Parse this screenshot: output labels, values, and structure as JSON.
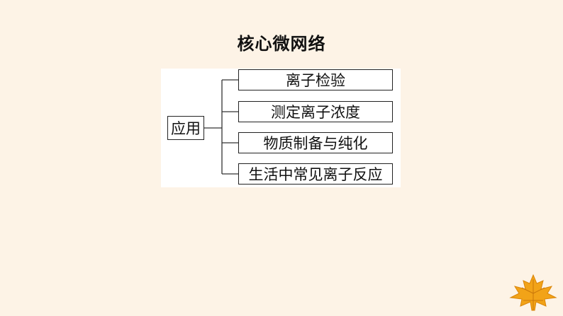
{
  "title": "核心微网络",
  "root": {
    "label": "应用"
  },
  "branches": [
    {
      "label": "离子检验"
    },
    {
      "label": "测定离子浓度"
    },
    {
      "label": "物质制备与纯化"
    },
    {
      "label": "生活中常见离子反应"
    }
  ],
  "icons": {
    "corner": "maple-leaf-icon"
  },
  "colors": {
    "background": "#fdf3e6",
    "panel": "#ffffff",
    "leaf": "#f2a318"
  }
}
